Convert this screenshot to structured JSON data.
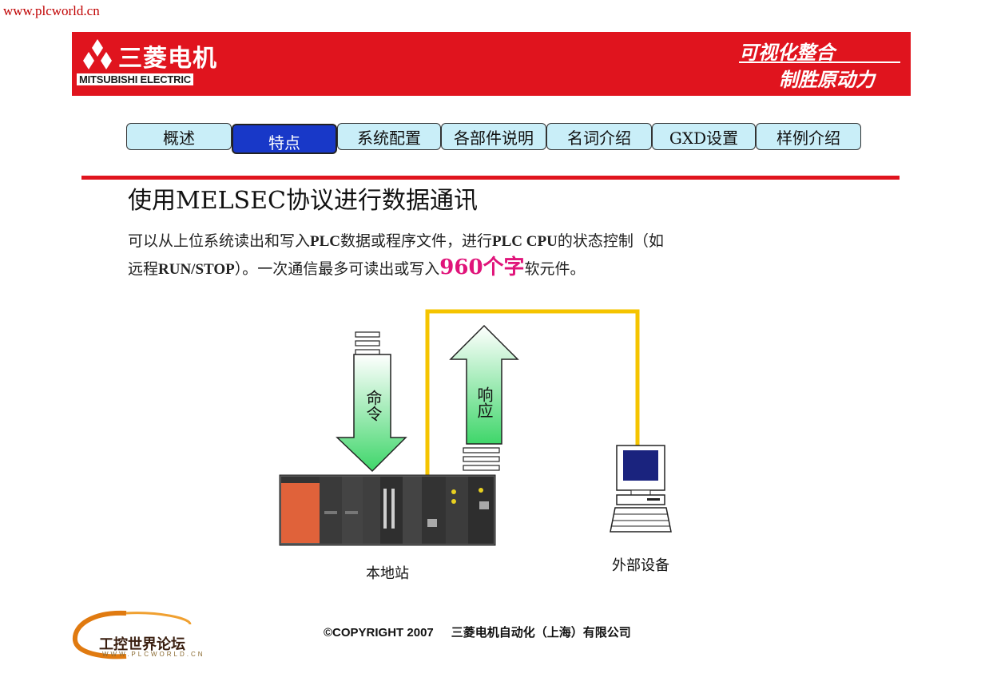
{
  "site_url": "www.plcworld.cn",
  "header": {
    "logo_cn": "三菱电机",
    "logo_en": "MITSUBISHI ELECTRIC",
    "slogan_line1": "可视化整合",
    "slogan_line2": "制胜原动力"
  },
  "tabs": [
    {
      "label": "概述",
      "active": false
    },
    {
      "label": "特点",
      "active": true
    },
    {
      "label": "系统配置",
      "active": false
    },
    {
      "label": "各部件说明",
      "active": false
    },
    {
      "label": "名词介绍",
      "active": false
    },
    {
      "label": "GXD设置",
      "active": false
    },
    {
      "label": "样例介绍",
      "active": false
    }
  ],
  "content": {
    "heading": "使用MELSEC协议进行数据通讯",
    "para_part1": "可以从上位系统读出和写入",
    "para_bold1": "PLC",
    "para_part2": "数据或程序文件，进行",
    "para_bold2": "PLC CPU",
    "para_part3": "的状态控制（如",
    "para_part4": "远程",
    "para_bold3": "RUN/STOP",
    "para_part5": "）。一次通信最多可读出或写入",
    "para_highlight": "960个字",
    "para_part6": "软元件。"
  },
  "diagram": {
    "command_label": "命令",
    "response_label": "响应",
    "local_station_label": "本地站",
    "external_device_label": "外部设备",
    "cable_color": "#f5c400",
    "arrow_fill_top": "#ffffff",
    "arrow_fill_bottom": "#3fd66a"
  },
  "footer": {
    "copyright": "©COPYRIGHT 2007",
    "company": "三菱电机自动化（上海）有限公司",
    "forum_name": "工控世界论坛",
    "forum_url": "WWW.PLCWORLD.CN"
  },
  "colors": {
    "brand_red": "#e0141e",
    "tab_bg": "#c9eef8",
    "tab_active_bg": "#1838c8",
    "highlight": "#e0147a"
  }
}
